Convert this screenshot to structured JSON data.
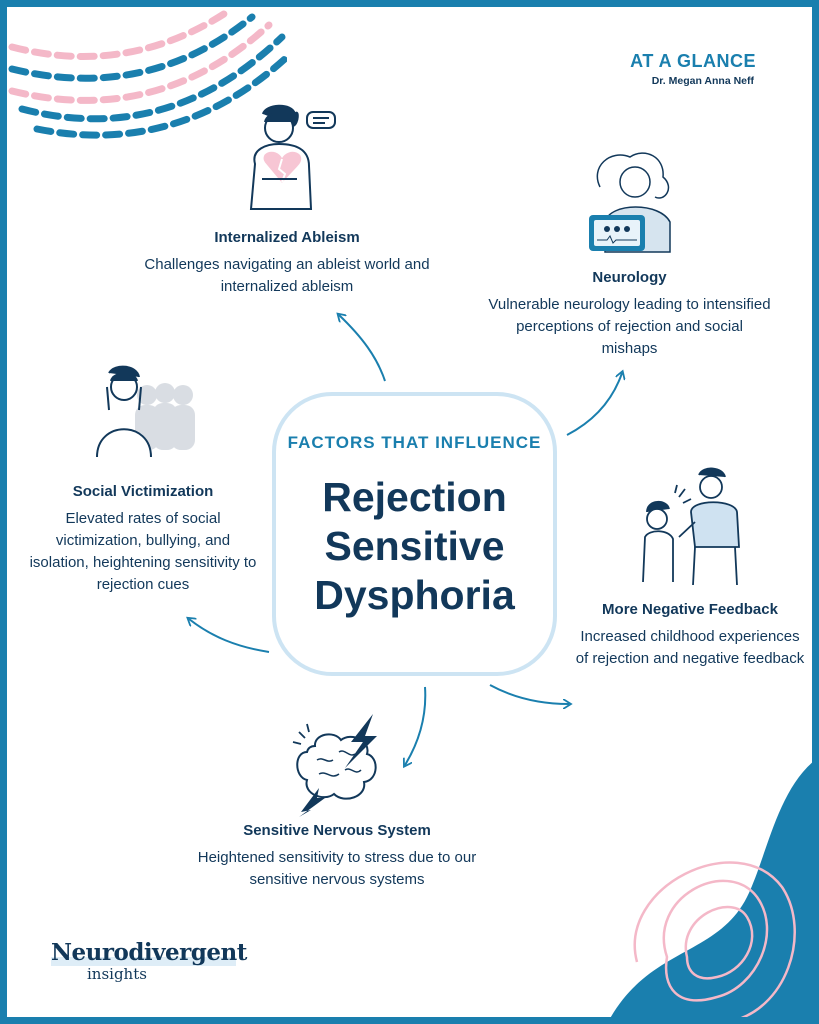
{
  "header": {
    "title": "AT A GLANCE",
    "author": "Dr. Megan Anna Neff"
  },
  "center": {
    "subtitle": "FACTORS THAT INFLUENCE",
    "title": "Rejection Sensitive Dysphoria"
  },
  "factors": {
    "internalized_ableism": {
      "heading": "Internalized Ableism",
      "body": "Challenges navigating an ableist world and internalized ableism"
    },
    "neurology": {
      "heading": "Neurology",
      "body": "Vulnerable neurology leading to intensified perceptions of rejection and social mishaps"
    },
    "social_victimization": {
      "heading": "Social Victimization",
      "body": "Elevated rates of social victimization, bullying, and isolation, heightening sensitivity to rejection cues"
    },
    "negative_feedback": {
      "heading": "More Negative Feedback",
      "body": "Increased childhood experiences of rejection and negative feedback"
    },
    "nervous_system": {
      "heading": "Sensitive Nervous System",
      "body": "Heightened sensitivity to stress due to our sensitive nervous systems"
    }
  },
  "logo": {
    "name": "Neurodivergent",
    "sub": "insights"
  },
  "colors": {
    "border": "#1a7fae",
    "navy": "#12385a",
    "accent_pink": "#f7c6d4",
    "light_blue": "#cde4f3"
  }
}
